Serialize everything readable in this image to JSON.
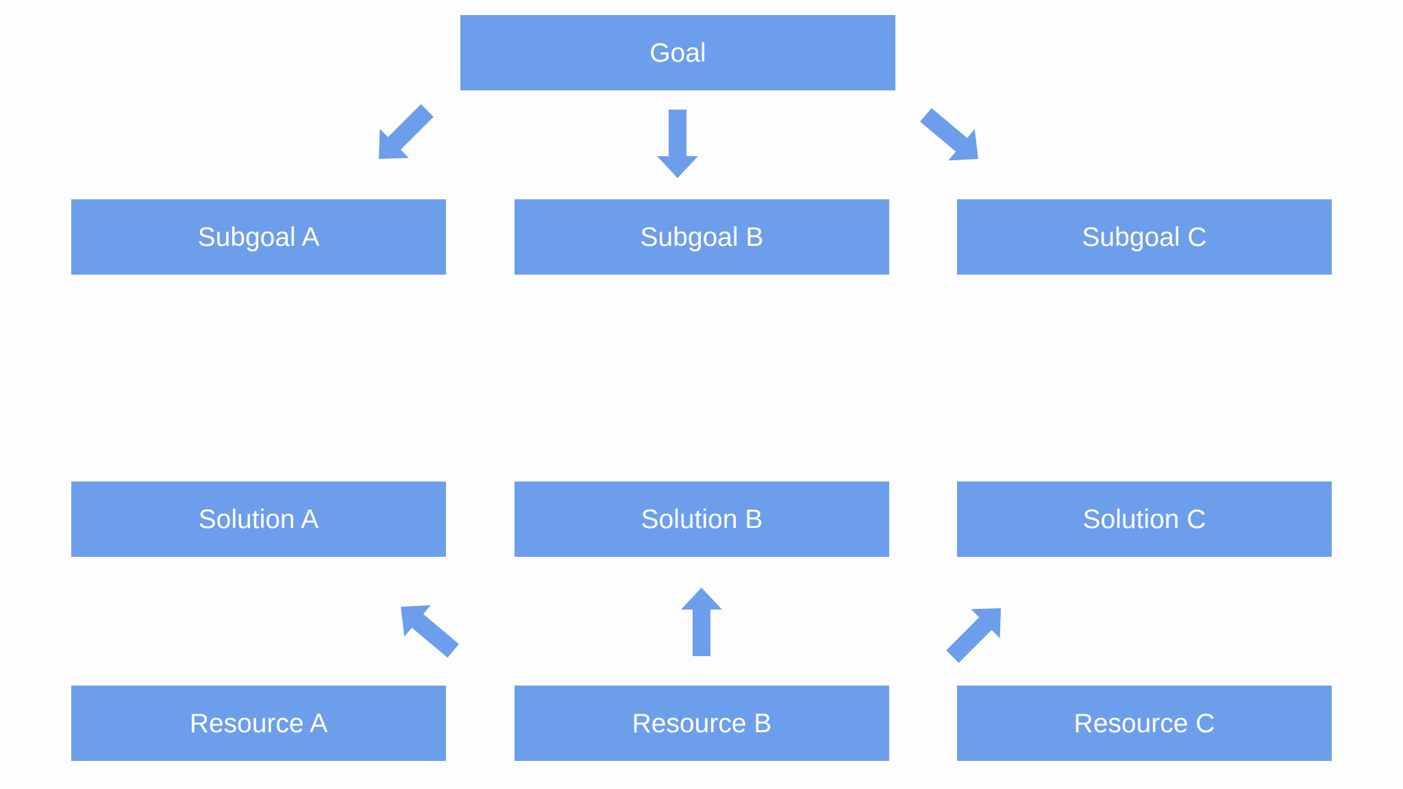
{
  "diagram": {
    "goal": "Goal",
    "subgoals": [
      "Subgoal A",
      "Subgoal B",
      "Subgoal C"
    ],
    "solutions": [
      "Solution A",
      "Solution B",
      "Solution C"
    ],
    "resources": [
      "Resource A",
      "Resource B",
      "Resource C"
    ]
  },
  "colors": {
    "box": "#6d9eeb",
    "arrow": "#6d9eeb",
    "text": "#ffffff",
    "background": "#fdfdfe"
  }
}
